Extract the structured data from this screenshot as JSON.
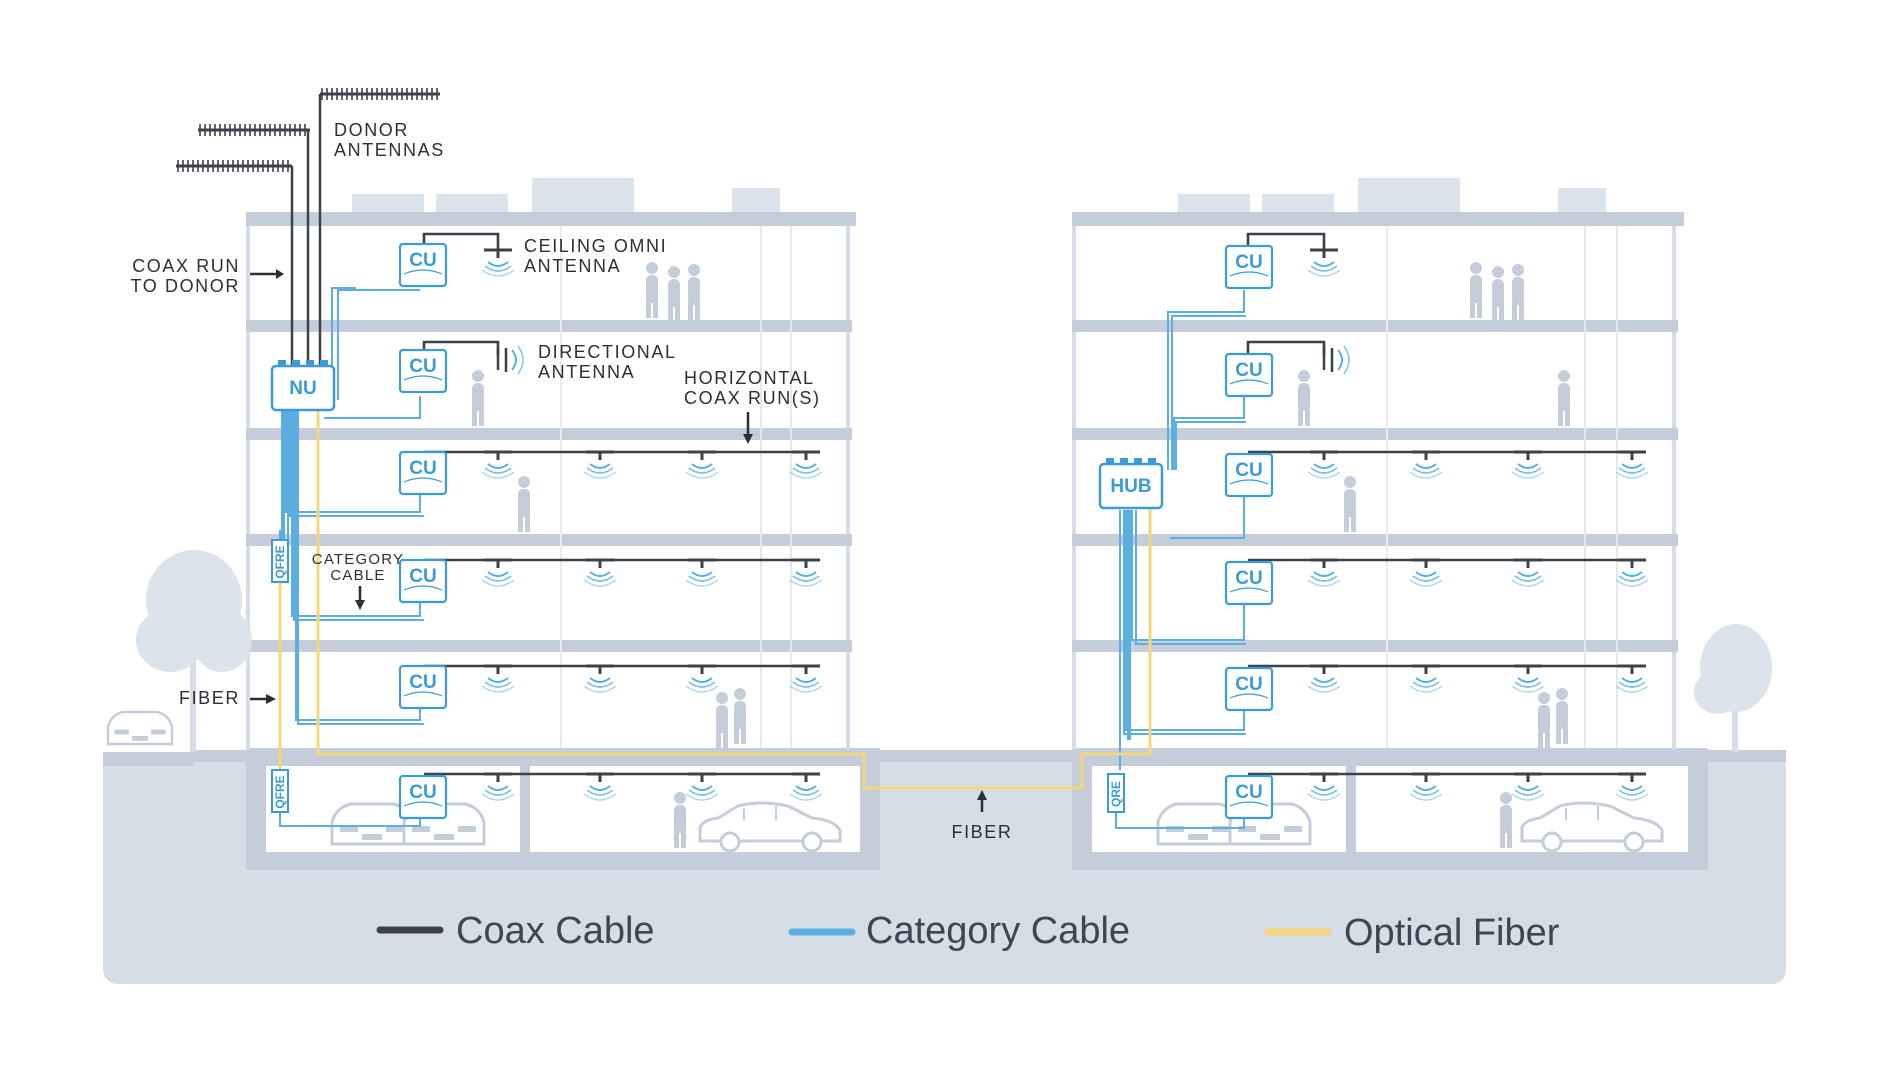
{
  "labels": {
    "donor_antennas": [
      "DONOR",
      "ANTENNAS"
    ],
    "coax_run_to_donor": [
      "COAX RUN",
      "TO DONOR"
    ],
    "ceiling_omni_antenna": [
      "CEILING OMNI",
      "ANTENNA"
    ],
    "directional_antenna": [
      "DIRECTIONAL",
      "ANTENNA"
    ],
    "horizontal_coax_runs": [
      "HORIZONTAL",
      "COAX RUN(S)"
    ],
    "category_cable": [
      "CATEGORY",
      "CABLE"
    ],
    "fiber_left": "FIBER",
    "fiber_bottom": "FIBER"
  },
  "units": {
    "nu": "NU",
    "hub": "HUB",
    "cu": "CU",
    "qfre": "QFRE",
    "qre": "QRE"
  },
  "legend": {
    "items": [
      {
        "label": "Coax Cable",
        "color": "#3c4049"
      },
      {
        "label": "Category Cable",
        "color": "#5aaee0"
      },
      {
        "label": "Optical Fiber",
        "color": "#f3d77a"
      }
    ]
  },
  "colors": {
    "building": "#c4cdd9",
    "ground": "#d6dde6",
    "coax": "#3c4049",
    "category": "#5aaee0",
    "fiber": "#f3d77a",
    "unit": "#3a9bd6"
  }
}
